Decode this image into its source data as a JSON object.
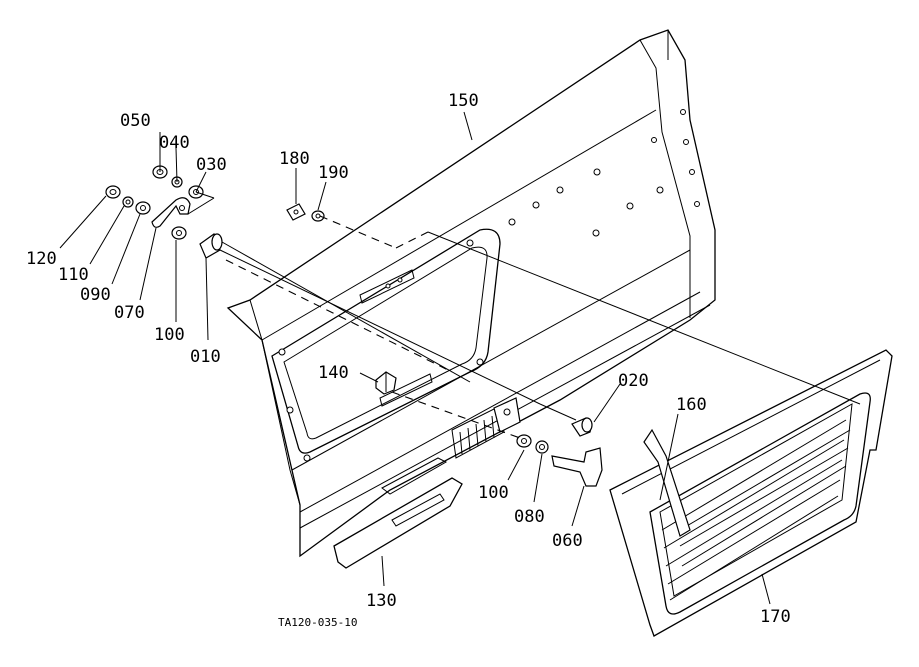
{
  "diagram": {
    "reference_code": "TA120-035-10",
    "parts": [
      {
        "id": "p010",
        "label": "010"
      },
      {
        "id": "p020",
        "label": "020"
      },
      {
        "id": "p030",
        "label": "030"
      },
      {
        "id": "p040",
        "label": "040"
      },
      {
        "id": "p050",
        "label": "050"
      },
      {
        "id": "p060",
        "label": "060"
      },
      {
        "id": "p070",
        "label": "070"
      },
      {
        "id": "p080",
        "label": "080"
      },
      {
        "id": "p090",
        "label": "090"
      },
      {
        "id": "p100a",
        "label": "100"
      },
      {
        "id": "p100b",
        "label": "100"
      },
      {
        "id": "p110",
        "label": "110"
      },
      {
        "id": "p120",
        "label": "120"
      },
      {
        "id": "p130",
        "label": "130"
      },
      {
        "id": "p140",
        "label": "140"
      },
      {
        "id": "p150",
        "label": "150"
      },
      {
        "id": "p160",
        "label": "160"
      },
      {
        "id": "p170",
        "label": "170"
      },
      {
        "id": "p180",
        "label": "180"
      },
      {
        "id": "p190",
        "label": "190"
      }
    ]
  }
}
